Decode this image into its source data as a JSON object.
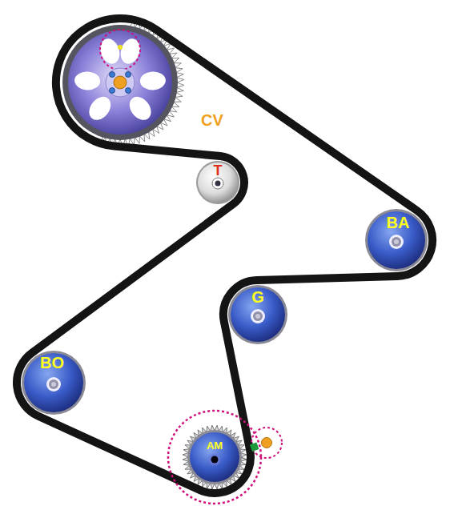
{
  "diagram": {
    "nodes": [
      {
        "text": [
          "CV"
        ]
      },
      {
        "text": [
          "T"
        ]
      },
      {
        "text": [
          "BA"
        ]
      },
      {
        "text": [
          "G"
        ]
      },
      {
        "text": [
          "BO"
        ]
      },
      {
        "text": [
          "AM"
        ]
      }
    ]
  }
}
